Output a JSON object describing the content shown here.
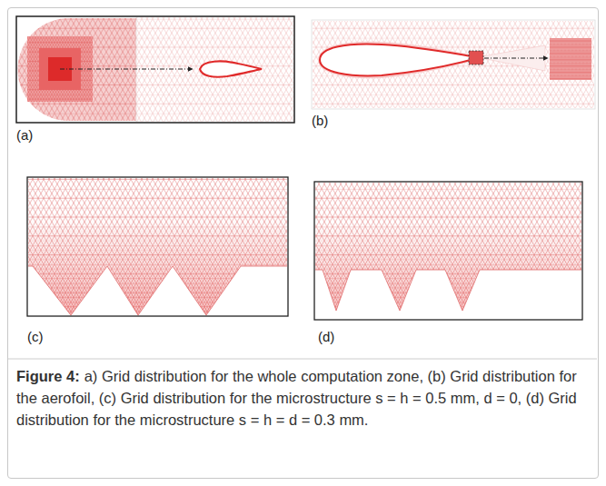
{
  "diagram": {
    "caption": "a) Grid distribution for the whole computation zone, (b) Grid distribution for the aerofoil, (c) Grid distribution for the microstructure s = h = 0.5 mm, d = 0, (d) Grid distribution for the microstructure s = h = d = 0.3 mm.",
    "labels": [
      "(a)",
      "(b)",
      "(c)",
      "(d)",
      "Figure 4:"
    ]
  }
}
